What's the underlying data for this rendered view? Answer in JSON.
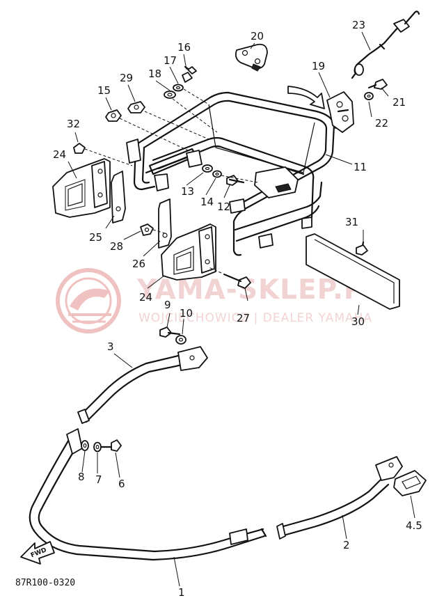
{
  "diagram": {
    "code": "87R100-0320",
    "fwd_label": "FWD",
    "watermark": {
      "brand": "YAMA-SKLEP.PL",
      "tagline": "WOJCIECHOWICZ | DEALER YAMAHA",
      "color": "#e8a3a3"
    },
    "callouts": [
      "1",
      "2",
      "3",
      "4.5",
      "6",
      "7",
      "8",
      "9",
      "10",
      "11",
      "12",
      "13",
      "14",
      "15",
      "16",
      "17",
      "18",
      "19",
      "20",
      "21",
      "22",
      "23",
      "24",
      "24",
      "25",
      "26",
      "27",
      "28",
      "29",
      "30",
      "31",
      "32"
    ]
  }
}
